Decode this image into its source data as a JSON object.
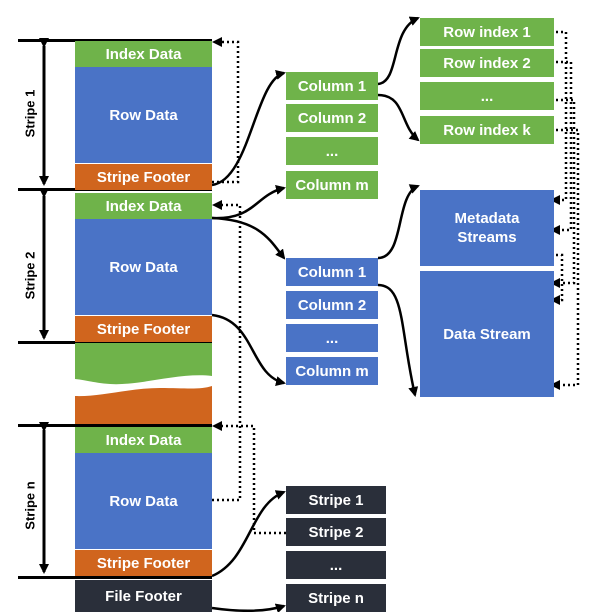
{
  "stripes": {
    "labels": [
      "Stripe 1",
      "Stripe 2",
      "Stripe n"
    ]
  },
  "file_column": {
    "index_data": "Index Data",
    "row_data": "Row Data",
    "stripe_footer": "Stripe Footer",
    "file_footer": "File Footer"
  },
  "columns": {
    "top": [
      "Column 1",
      "Column 2",
      "...",
      "Column m"
    ],
    "bottom": [
      "Column 1",
      "Column 2",
      "...",
      "Column m"
    ]
  },
  "row_index": [
    "Row index 1",
    "Row index 2",
    "...",
    "Row index k"
  ],
  "streams": {
    "metadata": "Metadata\nStreams",
    "data": "Data Stream"
  },
  "stripe_list": [
    "Stripe 1",
    "Stripe 2",
    "...",
    "Stripe n"
  ],
  "colors": {
    "green": "#6fb34a",
    "blue": "#4a73c6",
    "orange": "#d0651e",
    "dark": "#2a2f3a"
  }
}
